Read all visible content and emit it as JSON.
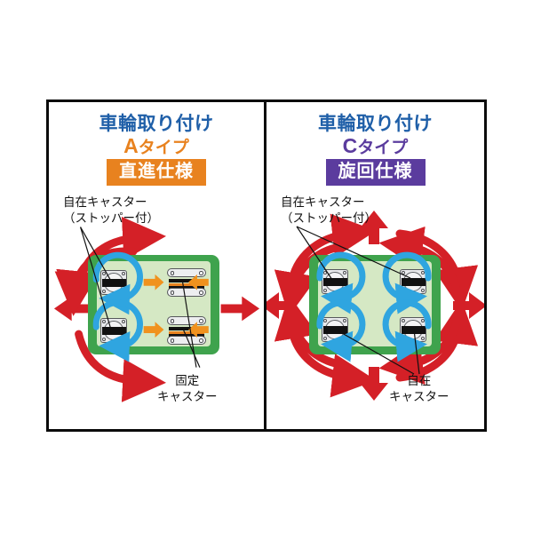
{
  "figure": {
    "kind": "wheel-mounting-specification-diagram",
    "background_color": "#ffffff",
    "frame_border_color": "#0b0b0b"
  },
  "panels": [
    {
      "id": "type-a",
      "accent_color": "#e8821f",
      "title_color": "#1f5fa8",
      "title": "車輪取り付け",
      "type_letter": "A",
      "type_suffix": "タイプ",
      "badge": "直進仕様",
      "note_top": "自在キャスター\n（ストッパー付）",
      "note_top_line1": "自在キャスター",
      "note_top_line2": "（ストッパー付）",
      "note_bottom_line1": "固定",
      "note_bottom_line2": "キャスター",
      "cart": {
        "body_color": "#3fa34d",
        "deck_color": "#d5e8c4"
      },
      "casters": [
        {
          "type": "swivel",
          "position": "front-left",
          "rotation_arc": true
        },
        {
          "type": "swivel",
          "position": "rear-left",
          "rotation_arc": true
        },
        {
          "type": "fixed",
          "position": "front-right",
          "axis_arrow": "horizontal"
        },
        {
          "type": "fixed",
          "position": "rear-right",
          "axis_arrow": "horizontal"
        }
      ],
      "motion": {
        "straight_arrows": [
          "left",
          "right"
        ],
        "curved_arrows": 2,
        "arrow_color": "#d42027",
        "rotation_arc_color": "#2fa5e0",
        "axis_arrow_color": "#f0921e"
      }
    },
    {
      "id": "type-c",
      "accent_color": "#5b3c9e",
      "title_color": "#1f5fa8",
      "title": "車輪取り付け",
      "type_letter": "C",
      "type_suffix": "タイプ",
      "badge": "旋回仕様",
      "note_top": "自在キャスター\n（ストッパー付）",
      "note_top_line1": "自在キャスター",
      "note_top_line2": "（ストッパー付）",
      "note_bottom_line1": "自在",
      "note_bottom_line2": "キャスター",
      "cart": {
        "body_color": "#3fa34d",
        "deck_color": "#d5e8c4"
      },
      "casters": [
        {
          "type": "swivel",
          "position": "front-left",
          "rotation_arc": true
        },
        {
          "type": "swivel",
          "position": "front-right",
          "rotation_arc": true
        },
        {
          "type": "swivel",
          "position": "rear-left",
          "rotation_arc": true
        },
        {
          "type": "swivel",
          "position": "rear-right",
          "rotation_arc": true
        }
      ],
      "motion": {
        "straight_arrows": [
          "up",
          "down",
          "left",
          "right"
        ],
        "curved_arrows": 8,
        "arrow_color": "#d42027",
        "rotation_arc_color": "#2fa5e0"
      }
    }
  ],
  "colors": {
    "red_arrow": "#d42027",
    "blue_arc": "#2fa5e0",
    "orange_arrow": "#f0921e",
    "cart_green": "#3fa34d",
    "deck_green": "#d5e8c4",
    "heading_blue": "#1f5fa8",
    "badge_orange": "#e8821f",
    "badge_purple": "#5b3c9e"
  }
}
